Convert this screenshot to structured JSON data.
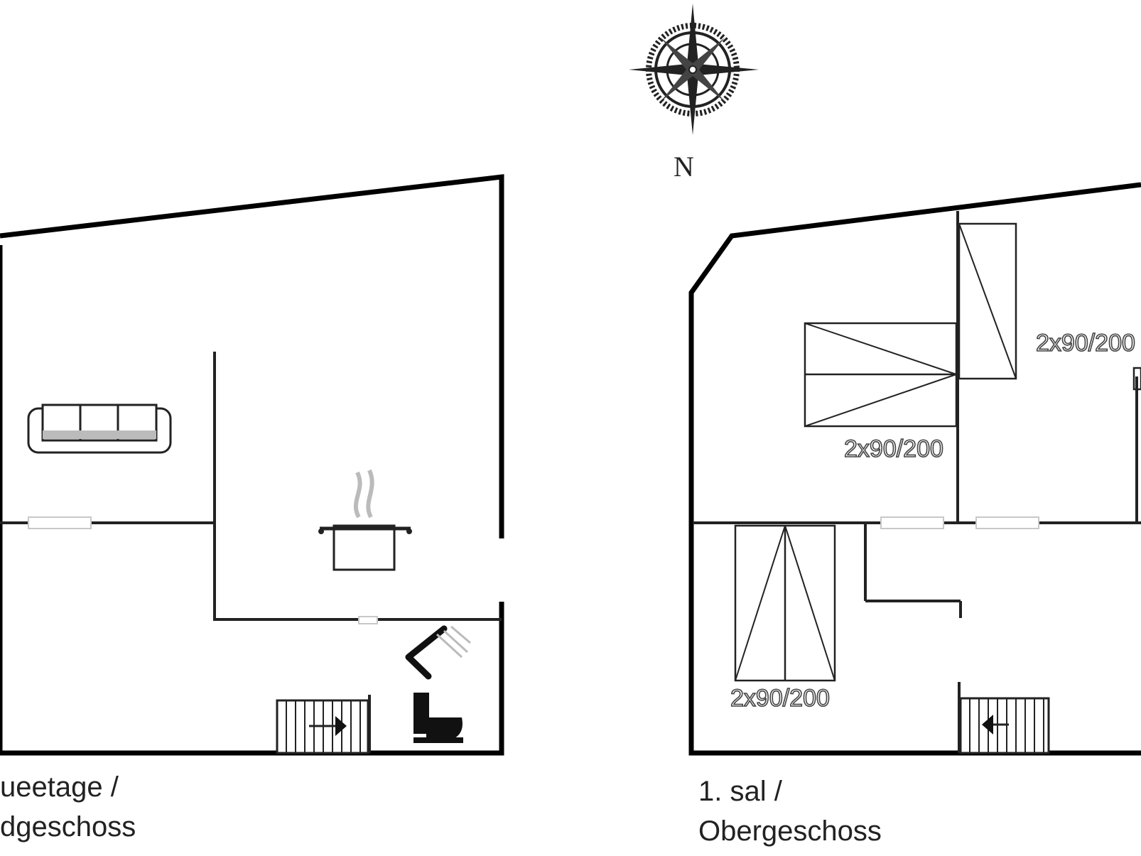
{
  "compass": {
    "north_label": "N"
  },
  "ground_floor": {
    "label_line1": "ueetage /",
    "label_line2": "dgeschoss"
  },
  "first_floor": {
    "label_line1": "1. sal /",
    "label_line2": "Obergeschoss",
    "bed_labels": [
      "2x90/200",
      "2x90/200",
      "2x90/200"
    ]
  }
}
